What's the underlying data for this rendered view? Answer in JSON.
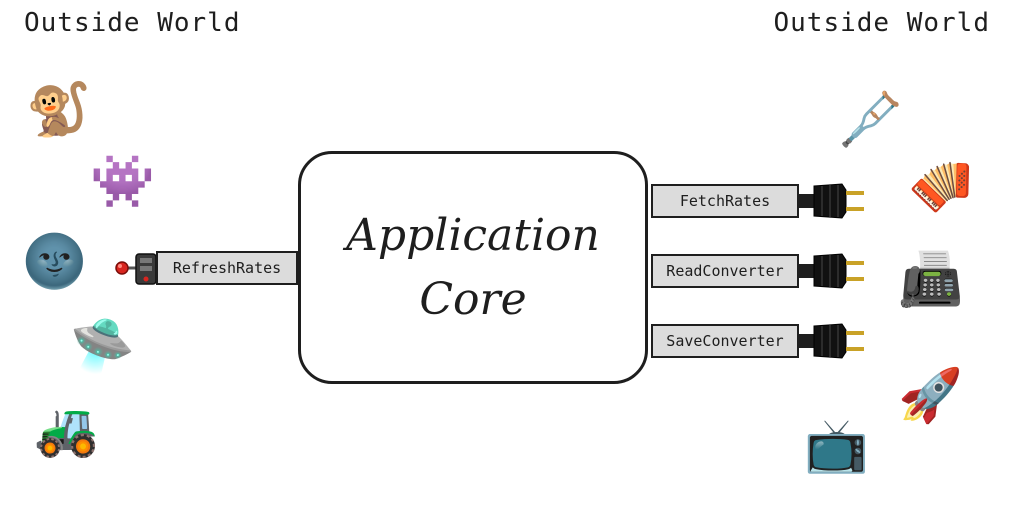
{
  "outside_world": {
    "left_label": "Outside World",
    "right_label": "Outside World"
  },
  "core": {
    "line1": "Application",
    "line2": "Core"
  },
  "driving_ports": [
    {
      "label": "RefreshRates"
    }
  ],
  "driven_ports": [
    {
      "label": "FetchRates"
    },
    {
      "label": "ReadConverter"
    },
    {
      "label": "SaveConverter"
    }
  ],
  "left_actors": [
    "🐒",
    "👾",
    "🌚",
    "🛸",
    "🚜"
  ],
  "right_actors": [
    "🩼",
    "🪗",
    "📠",
    "🚀",
    "📺"
  ],
  "icons": {
    "left": [
      "monkey-icon",
      "space-invader-icon",
      "new-moon-face-icon",
      "flying-saucer-icon",
      "tractor-icon"
    ],
    "right": [
      "crutch-icon",
      "accordion-icon",
      "fax-machine-icon",
      "rocket-icon",
      "television-icon"
    ],
    "adapter": [
      "joystick-icon",
      "power-plug-icon"
    ]
  }
}
